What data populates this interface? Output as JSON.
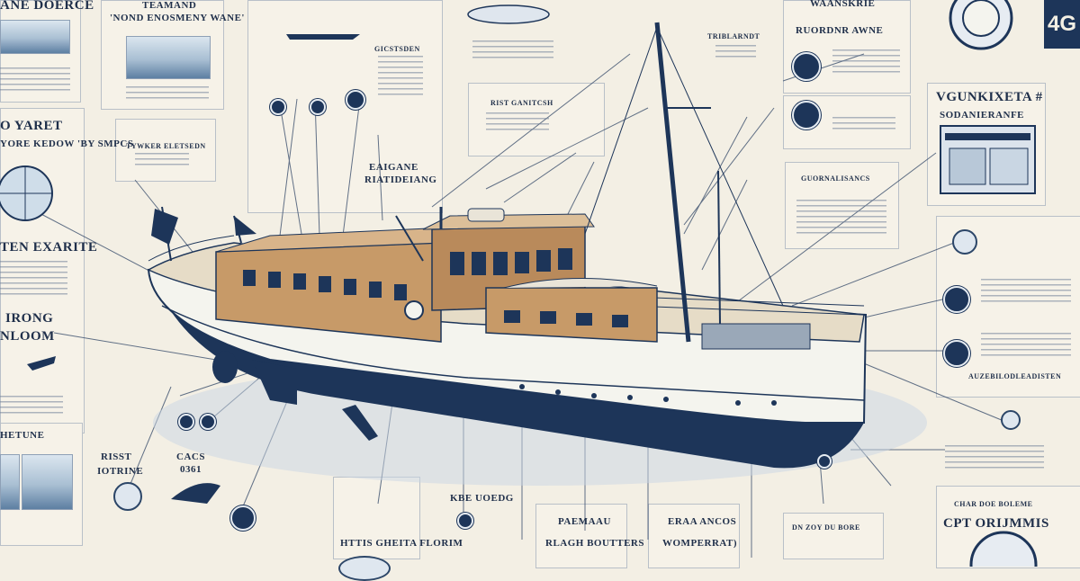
{
  "corner_tag": "4G",
  "left_column": {
    "header": "ANE DOERCE",
    "label_1": "O YARET",
    "label_2": "YORE KEDOW 'BY SMPCS",
    "label_3": "TEN EXARITE",
    "label_4": "IRONG",
    "label_5": "NLOOM",
    "label_6": "HETUNE"
  },
  "top_left_card": {
    "title_1": "TEAMAND",
    "title_2": "'NOND ENOSMENY WANE'"
  },
  "mid_left_card": {
    "title_1": "TYWKER ELETSEDN"
  },
  "bottom_left": {
    "label_1": "RISST",
    "label_2": "IOTRINE",
    "label_3": "CACS",
    "label_4": "0361"
  },
  "center_top": {
    "label_1": "GICSTSDEN",
    "label_2": "EAIGANE",
    "label_3": "RIATIDEIANG",
    "label_4": "RIST GANITCSH",
    "label_5": "TRIBLARNDT"
  },
  "right_top": {
    "label_1": "WAANSKRIE",
    "label_2": "RUORDNR AWNE",
    "label_3": "VGUNKIXETA #",
    "label_4": "SODANIERANFE",
    "label_5": "GUORNALISANCS"
  },
  "right_side": {
    "label_1": "AUZEBILODLEADISTEN"
  },
  "bottom_center": {
    "label_1": "KBE UOEDG",
    "label_2": "HTTIS GHEITA FLORIM",
    "label_3": "PAEMAAU",
    "label_4": "RLAGH BOUTTERS",
    "label_5": "ERAA ANCOS",
    "label_6": "WOMPERRAT)"
  },
  "bottom_right": {
    "label_1": "DN ZOY DU BORE",
    "label_2": "CPT ORIJMMIS",
    "label_3": "CHAR DOE BOLEME"
  },
  "colors": {
    "paper": "#f3efe4",
    "navy": "#1d3559",
    "wood": "#b98a5b",
    "hull_white": "#f4f4ee"
  },
  "icons": [
    "gauge-icon",
    "compass-icon",
    "flag-icon",
    "anchor-icon"
  ]
}
